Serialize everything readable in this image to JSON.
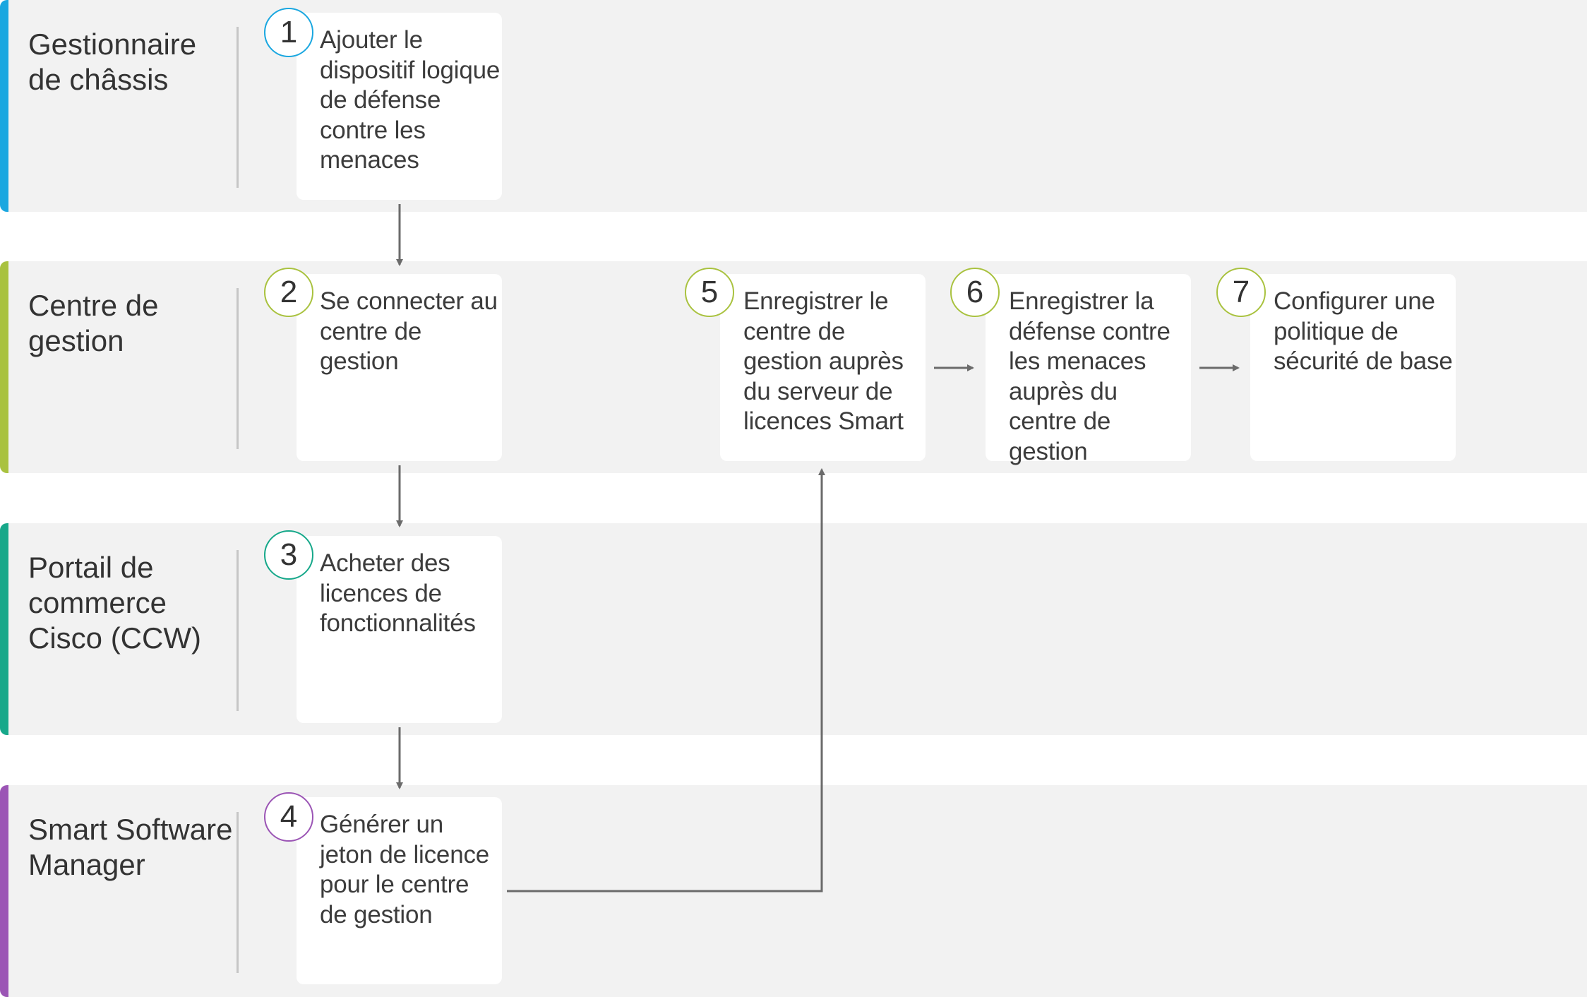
{
  "colors": {
    "chassis": "#1aa7e0",
    "management": "#a9c23f",
    "ccw": "#17a88a",
    "ssm": "#9b55b5",
    "lane_bg": "#f2f2f2",
    "arrow": "#6b6b6b"
  },
  "lanes": [
    {
      "title": "Gestionnaire de châssis"
    },
    {
      "title": "Centre de gestion"
    },
    {
      "title": "Portail de commerce Cisco (CCW)"
    },
    {
      "title": "Smart Software Manager"
    }
  ],
  "steps": [
    {
      "number": "1",
      "text": "Ajouter le dispositif logique de défense contre les menaces"
    },
    {
      "number": "2",
      "text": "Se connecter au centre de gestion"
    },
    {
      "number": "3",
      "text": "Acheter des licences de fonctionnalités"
    },
    {
      "number": "4",
      "text": "Générer un jeton de licence pour le centre de gestion"
    },
    {
      "number": "5",
      "text": "Enregistrer le centre de gestion auprès du serveur de licences Smart"
    },
    {
      "number": "6",
      "text": "Enregistrer la défense contre les menaces auprès du centre de gestion"
    },
    {
      "number": "7",
      "text": "Configurer une politique de sécurité de base"
    }
  ]
}
